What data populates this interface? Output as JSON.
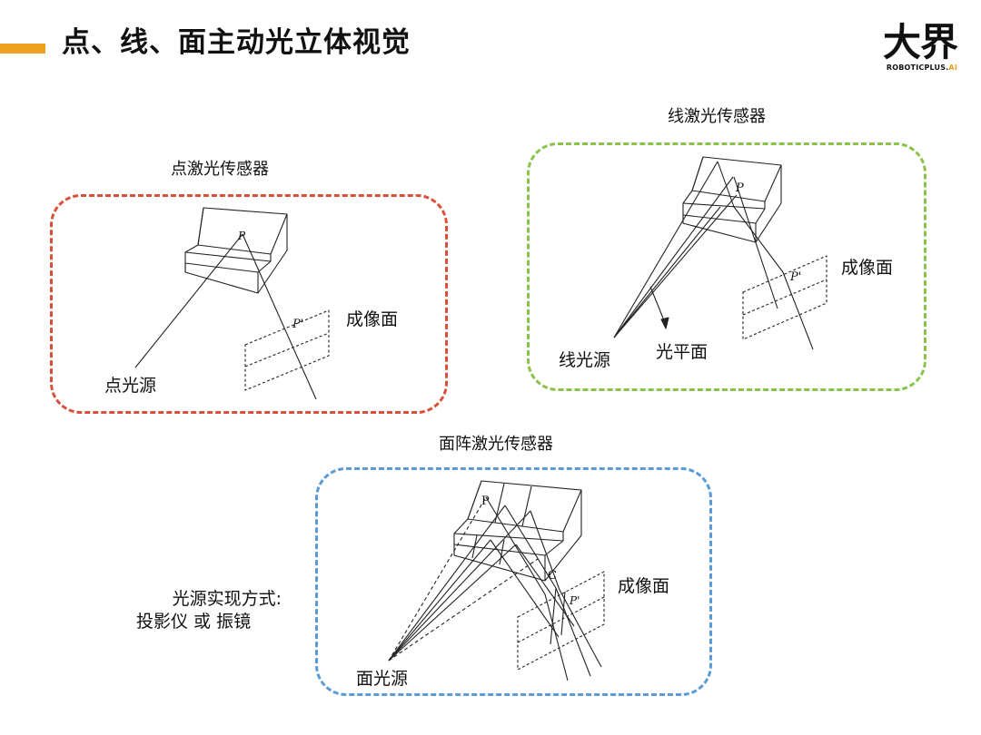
{
  "header": {
    "title": "点、线、面主动光立体视觉",
    "accent_color": "#F0A020",
    "logo": {
      "mark": "大界",
      "sub_main": "ROBOTICPLUS.",
      "sub_ai": "AI",
      "ai_color": "#F0A020"
    }
  },
  "panels": {
    "point": {
      "title": "点激光传感器",
      "border_color": "#D9503A",
      "image_plane": "成像面",
      "source": "点光源",
      "point_p": "P",
      "point_p2": "P'"
    },
    "line": {
      "title": "线激光传感器",
      "border_color": "#8BC34A",
      "image_plane": "成像面",
      "source": "线光源",
      "light_plane": "光平面",
      "point_p": "P",
      "point_p2": "P'"
    },
    "area": {
      "title": "面阵激光传感器",
      "border_color": "#5B9BD5",
      "image_plane": "成像面",
      "source": "面光源",
      "point_p": "P",
      "point_c": "C",
      "point_p2": "P'"
    }
  },
  "note": {
    "line1": "光源实现方式:",
    "line2": "投影仪 或 振镜"
  }
}
